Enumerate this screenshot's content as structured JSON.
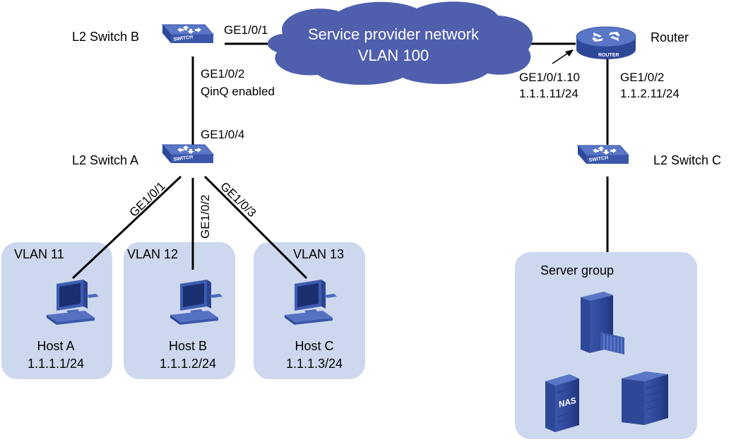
{
  "cloud": {
    "line1": "Service provider network",
    "line2": "VLAN 100"
  },
  "devices": {
    "switch_b": {
      "name": "L2 Switch B",
      "badge": "SWITCH"
    },
    "switch_a": {
      "name": "L2 Switch A",
      "badge": "SWITCH"
    },
    "switch_c": {
      "name": "L2 Switch C",
      "badge": "SWITCH"
    },
    "router": {
      "name": "Router",
      "badge": "ROUTER"
    }
  },
  "ports": {
    "sb_ge101": "GE1/0/1",
    "sb_ge102": "GE1/0/2",
    "sb_qinq": "QinQ enabled",
    "sa_ge104": "GE1/0/4",
    "sa_ge101": "GE1/0/1",
    "sa_ge102": "GE1/0/2",
    "sa_ge103": "GE1/0/3",
    "rt_sub": "GE1/0/1.10",
    "rt_sub_ip": "1.1.1.11/24",
    "rt_ge102": "GE1/0/2",
    "rt_ge102_ip": "1.1.2.11/24"
  },
  "hosts": [
    {
      "vlan": "VLAN 11",
      "name": "Host A",
      "ip": "1.1.1.1/24"
    },
    {
      "vlan": "VLAN 12",
      "name": "Host B",
      "ip": "1.1.1.2/24"
    },
    {
      "vlan": "VLAN 13",
      "name": "Host C",
      "ip": "1.1.1.3/24"
    }
  ],
  "server_group": {
    "title": "Server group",
    "nas_label": "NAS"
  },
  "colors": {
    "cloud": "#4f5fae",
    "device_top": "#5d79c8",
    "device_side": "#2f4a9a",
    "group_bg": "#cdd8ee",
    "link": "#000000"
  }
}
